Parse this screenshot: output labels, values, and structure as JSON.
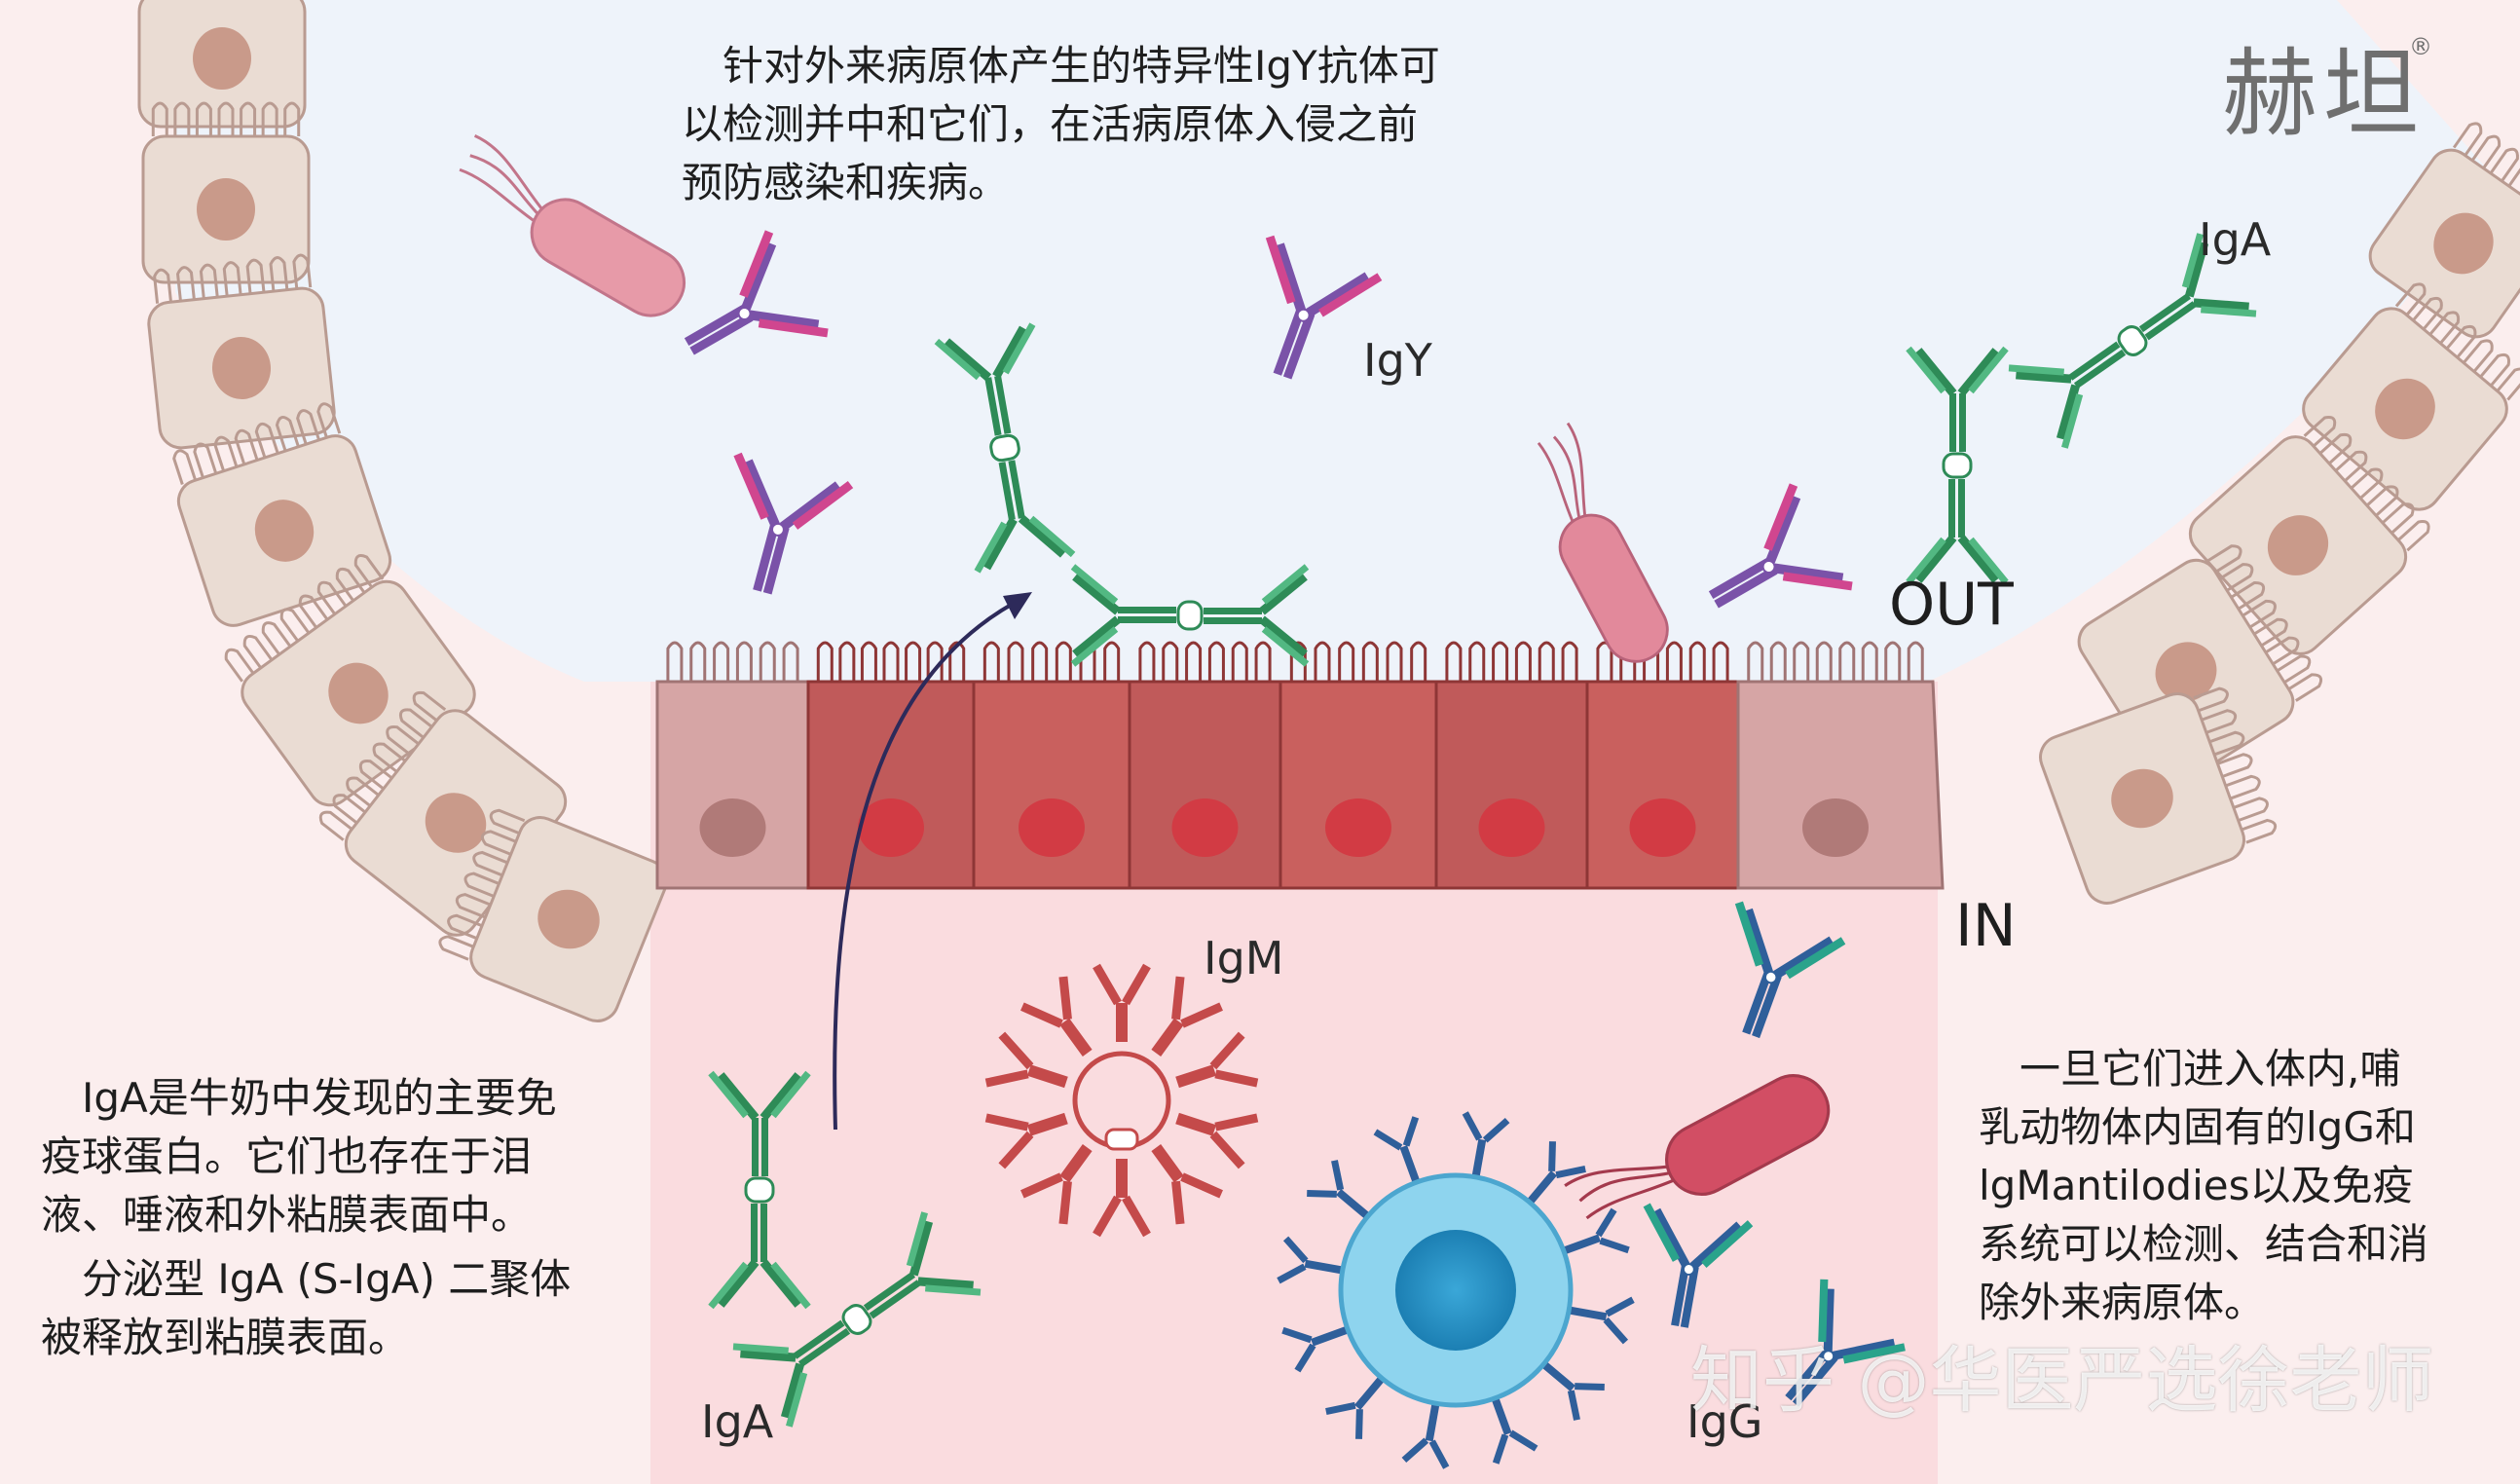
{
  "title_text": {
    "lines": [
      "　针对外来病原体产生的特异性IgY抗体可",
      "以检测并中和它们，在活病原体入侵之前",
      "预防感染和疾病。"
    ]
  },
  "logo": {
    "text": "赫坦",
    "mark": "®"
  },
  "labels": {
    "igy": "IgY",
    "iga_top": "IgA",
    "out": "OUT",
    "in": "IN",
    "igm": "IgM",
    "igg": "IgG",
    "iga_bottom": "IgA"
  },
  "left_text": {
    "para1": [
      "　IgA是牛奶中发现的主要免",
      "疫球蛋白。它们也存在于泪",
      "液、唾液和外粘膜表面中。"
    ],
    "para2": [
      "　分泌型 IgA (S-IgA) 二聚体",
      "被释放到粘膜表面。"
    ]
  },
  "right_text": {
    "lines": [
      "　一旦它们进入体内,哺",
      "乳动物体内固有的lgG和",
      "lgMantilodies以及免疫",
      "系统可以检测、结合和消",
      "除外来病原体。"
    ]
  },
  "watermark": {
    "text": "知乎 @华医严选徐老师"
  },
  "icons": {
    "bacteria": [
      "bacterium-icon",
      "bacterium-icon",
      "bacterium-icon"
    ],
    "antibodies": [
      "igy-antibody-icon",
      "iga-dimer-icon",
      "igm-pentamer-icon",
      "igg-antibody-icon",
      "immune-cell-icon"
    ]
  },
  "colors": {
    "lumen": "#eef3fa",
    "tissue": "#fadcdf",
    "cell_beige": "#eadcd3",
    "cell_red": "#c9605e",
    "iga_green": "#2e8b57",
    "igy_purple": "#7a52a8",
    "igm_red": "#c44a4a",
    "igg_blue": "#2f5f9a",
    "bacterium_pink": "#e79aa8"
  }
}
